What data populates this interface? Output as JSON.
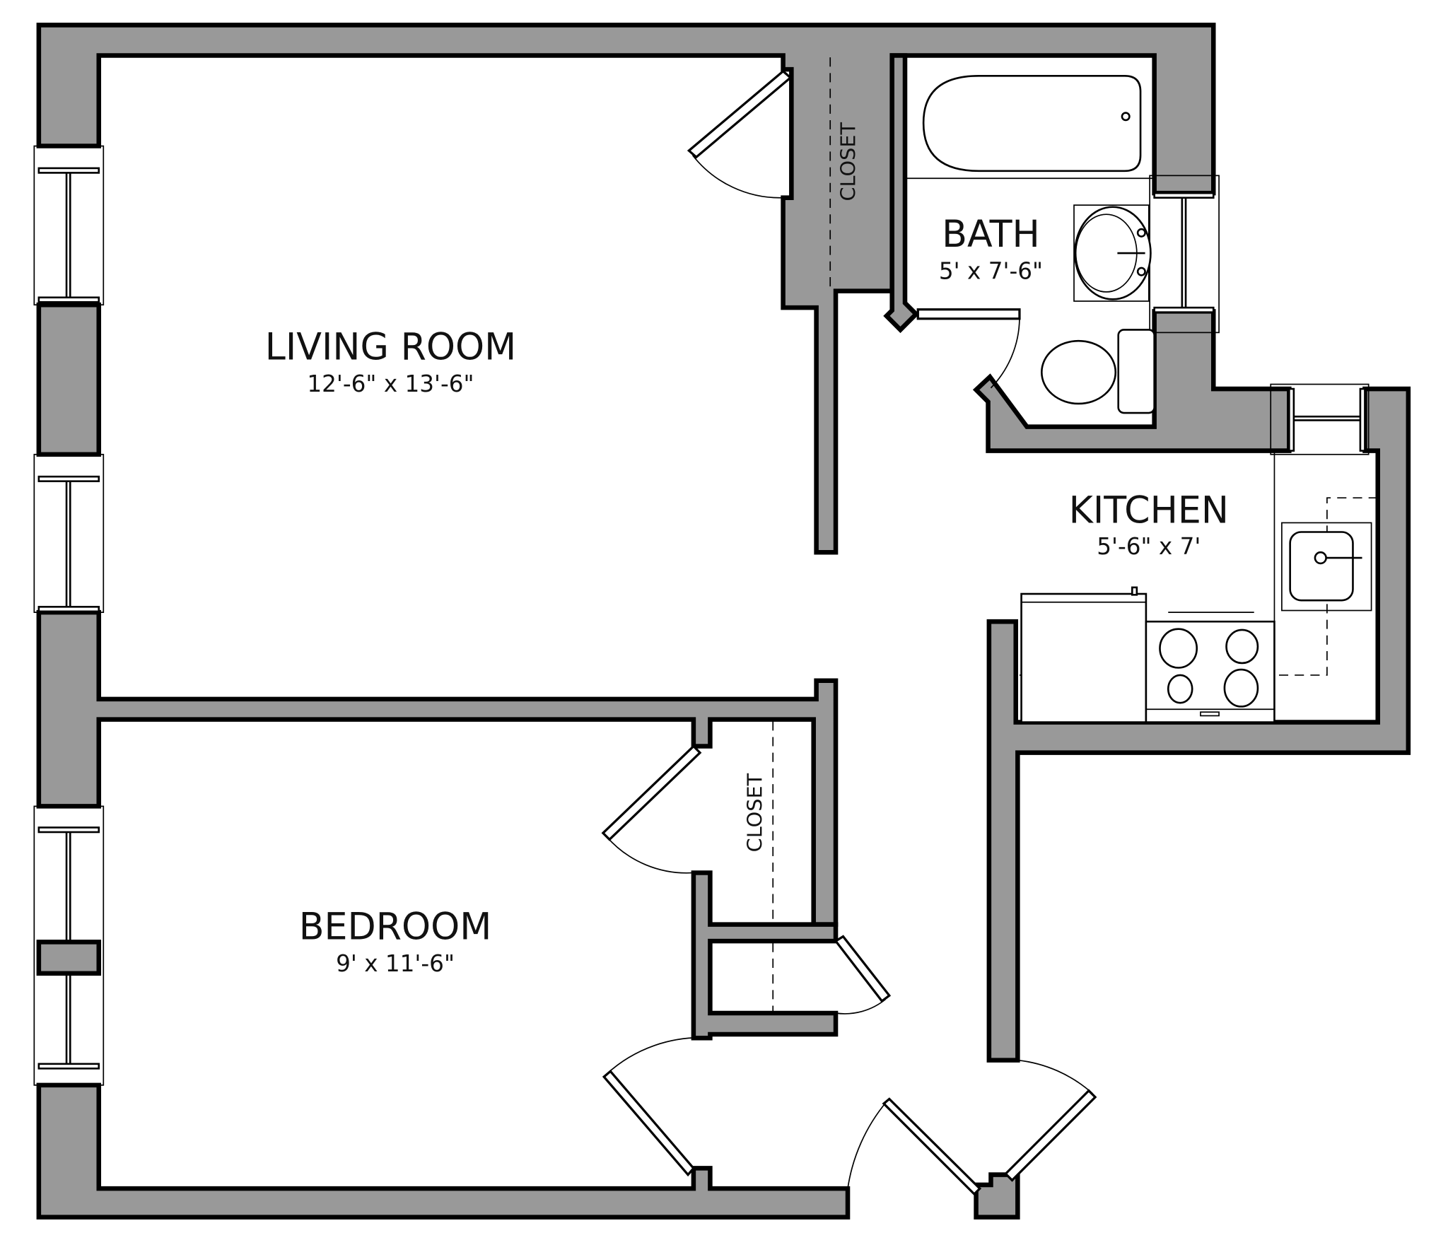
{
  "plan": {
    "wall_color": "#999999",
    "line_color": "#000000",
    "background": "#ffffff"
  },
  "rooms": {
    "living": {
      "name": "LIVING ROOM",
      "dims": "12'-6\" x 13'-6\""
    },
    "bath": {
      "name": "BATH",
      "dims": "5' x 7'-6\""
    },
    "kitchen": {
      "name": "KITCHEN",
      "dims": "5'-6\" x 7'"
    },
    "bedroom": {
      "name": "BEDROOM",
      "dims": "9' x 11'-6\""
    }
  },
  "closets": {
    "living_closet": "CLOSET",
    "bedroom_closet": "CLOSET"
  }
}
